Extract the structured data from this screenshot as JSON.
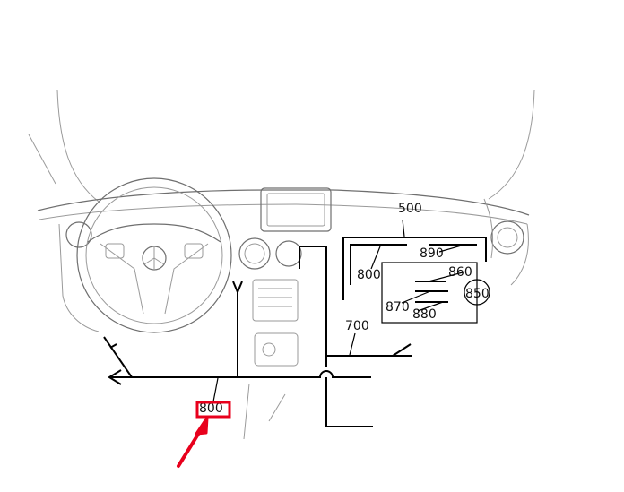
{
  "diagram": {
    "labels": {
      "l500": "500",
      "l890": "890",
      "l860": "860",
      "l800a": "800",
      "l850": "850",
      "l870": "870",
      "l880": "880",
      "l700": "700",
      "l800b": "800"
    },
    "colors": {
      "line": "#000000",
      "sketch": "#9a9a9a",
      "highlight": "#e8001c"
    }
  }
}
